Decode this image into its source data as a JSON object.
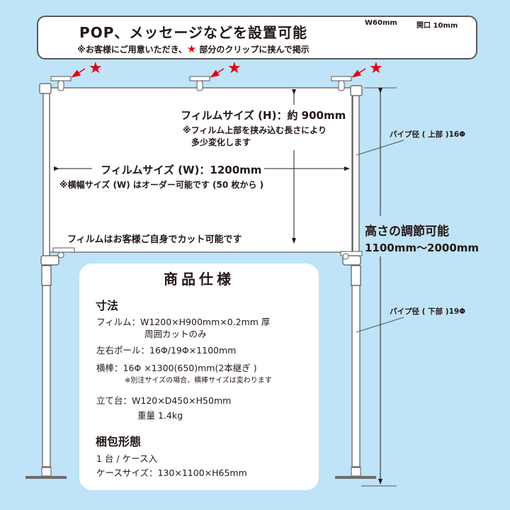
{
  "header": {
    "title": "POP、メッセージなどを設置可能",
    "note_before_star": "※お客様にご用意いただき、",
    "note_star": "★",
    "note_after_star": " 部分のクリップに挟んで掲示",
    "clip1_label": "W60mm",
    "clip2_label": "開口 10mm"
  },
  "markers": {
    "star": "★"
  },
  "film": {
    "height_title": "フィルムサイズ (H)：約 900mm",
    "height_note_1": "※フィルム上部を挟み込む長さにより",
    "height_note_2": "多少変化します",
    "width_title": "フィルムサイズ (W)：1200mm",
    "width_note": "※横幅サイズ (W) はオーダー可能です (50 枚から )",
    "cut_note": "フィルムはお客様ご自身でカット可能です"
  },
  "pole": {
    "upper_label": "パイプ径 ( 上部 )16Φ",
    "lower_label": "パイプ径 ( 下部 )19Φ",
    "height_title": "高さの調節可能",
    "height_range": "1100mm～2000mm"
  },
  "specs": {
    "title": "商品仕様",
    "dimensions_heading": "寸法",
    "film_line": "フィルム：W1200×H900mm×0.2mm 厚",
    "film_line_sub": "周囲カットのみ",
    "poles_line": "左右ポール：16Φ/19Φ×1100mm",
    "bar_line": "横棒：16Φ ×1300(650)mm(2本継ぎ )",
    "bar_note": "※別注サイズの場合、横棒サイズは変わります",
    "stand_line": "立て台：W120×D450×H50mm",
    "stand_weight": "重量 1.4kg",
    "packaging_heading": "梱包形態",
    "pack_line": "1 台 / ケース入",
    "case_line": "ケースサイズ：130×1100×H65mm"
  },
  "colors": {
    "background": "#bfe3f7",
    "accent_red": "#e60012",
    "line_gray": "#595757",
    "text": "#231815"
  }
}
